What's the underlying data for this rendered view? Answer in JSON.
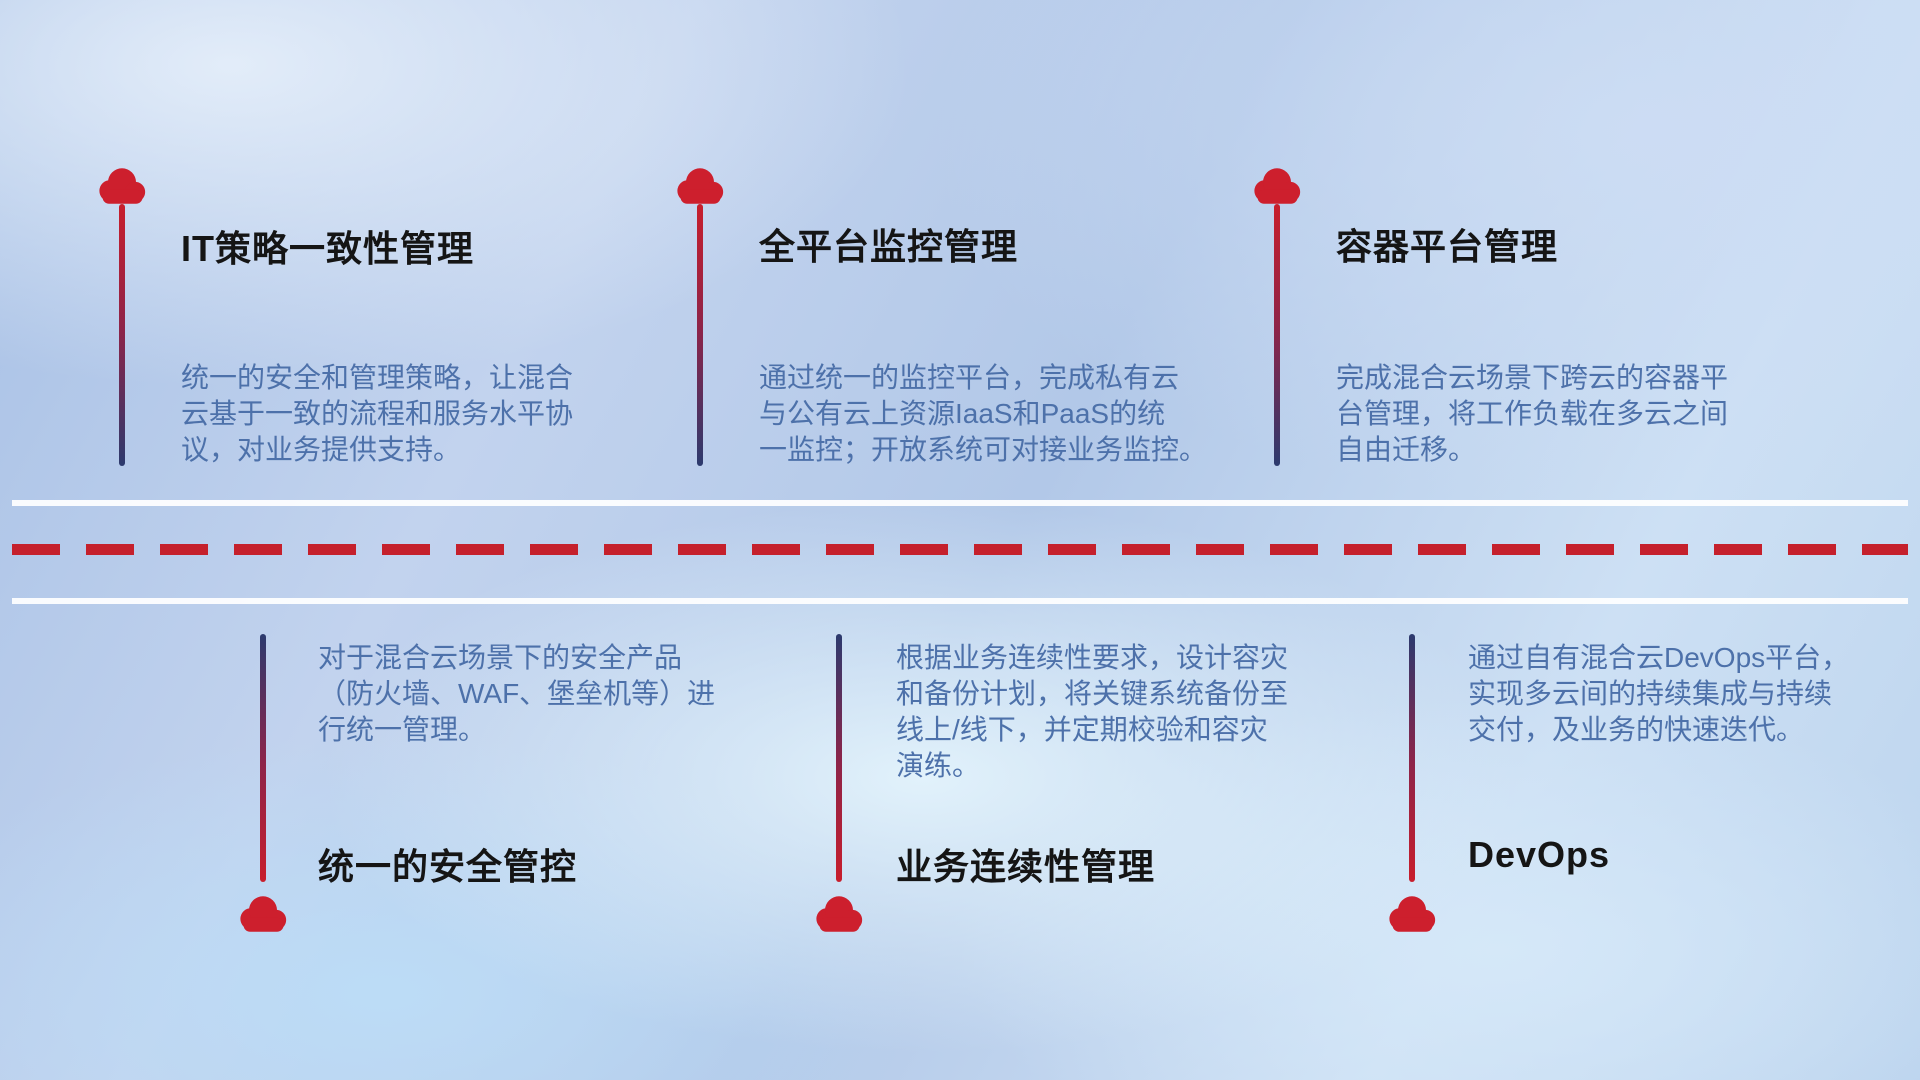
{
  "colors": {
    "accent_red": "#cd1f2d",
    "line_navy": "#2c3a6e",
    "desc_text": "#4d71aa",
    "title_text": "#151515",
    "divider_white": "#ffffff"
  },
  "top_items": [
    {
      "title": "IT策略一致性管理",
      "desc": "统一的安全和管理策略，让混合\n云基于一致的流程和服务水平协\n议，对业务提供支持。"
    },
    {
      "title": "全平台监控管理",
      "desc": "通过统一的监控平台，完成私有云\n与公有云上资源IaaS和PaaS的统\n一监控；开放系统可对接业务监控。"
    },
    {
      "title": "容器平台管理",
      "desc": "完成混合云场景下跨云的容器平\n台管理，将工作负载在多云之间\n自由迁移。"
    }
  ],
  "bottom_items": [
    {
      "title": "统一的安全管控",
      "desc": "对于混合云场景下的安全产品\n（防火墙、WAF、堡垒机等）进\n行统一管理。"
    },
    {
      "title": "业务连续性管理",
      "desc": "根据业务连续性要求，设计容灾\n和备份计划，将关键系统备份至\n线上/线下，并定期校验和容灾\n演练。"
    },
    {
      "title": "DevOps",
      "desc": "通过自有混合云DevOps平台，\n实现多云间的持续集成与持续\n交付，及业务的快速迭代。"
    }
  ]
}
